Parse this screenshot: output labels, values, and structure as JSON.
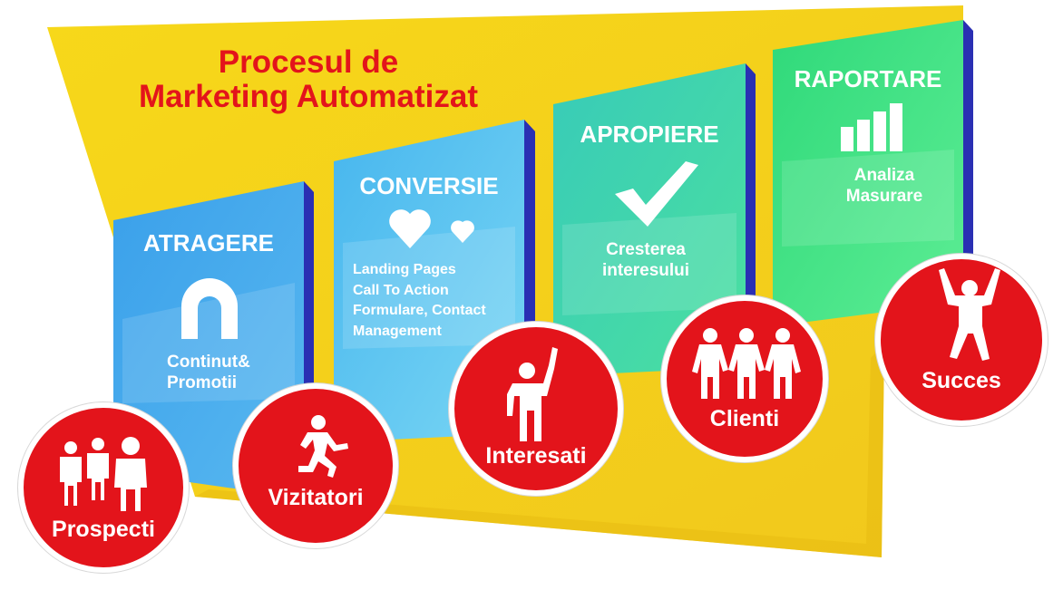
{
  "title": {
    "line1": "Procesul de",
    "line2": "Marketing Automatizat"
  },
  "panels": [
    {
      "title": "ATRAGERE",
      "icon": "magnet-icon",
      "lines": [
        "Continut&",
        "Promotii"
      ]
    },
    {
      "title": "CONVERSIE",
      "icon": "hearts-icon",
      "lines": [
        "Landing Pages",
        "Call To Action",
        "Formulare, Contact",
        "Management"
      ]
    },
    {
      "title": "APROPIERE",
      "icon": "checkmark-icon",
      "lines": [
        "Cresterea",
        "interesului"
      ]
    },
    {
      "title": "RAPORTARE",
      "icon": "bar-chart-icon",
      "lines": [
        "Analiza",
        "Masurare"
      ]
    }
  ],
  "stages": [
    {
      "label": "Prospecti",
      "icon": "group-people-icon"
    },
    {
      "label": "Vizitatori",
      "icon": "running-person-icon"
    },
    {
      "label": "Interesati",
      "icon": "raised-hand-person-icon"
    },
    {
      "label": "Clienti",
      "icon": "holding-hands-people-icon"
    },
    {
      "label": "Succes",
      "icon": "celebrating-person-icon"
    }
  ],
  "colors": {
    "funnel_yellow": "#f5d31c",
    "title_red": "#e3141b",
    "circle_red": "#e3141b",
    "panel_blue": "#3fa3ea",
    "panel_lightblue": "#55c2ee",
    "panel_teal": "#3fd3b2",
    "panel_green": "#35e07a",
    "edge_navy": "#2a2fb3"
  }
}
